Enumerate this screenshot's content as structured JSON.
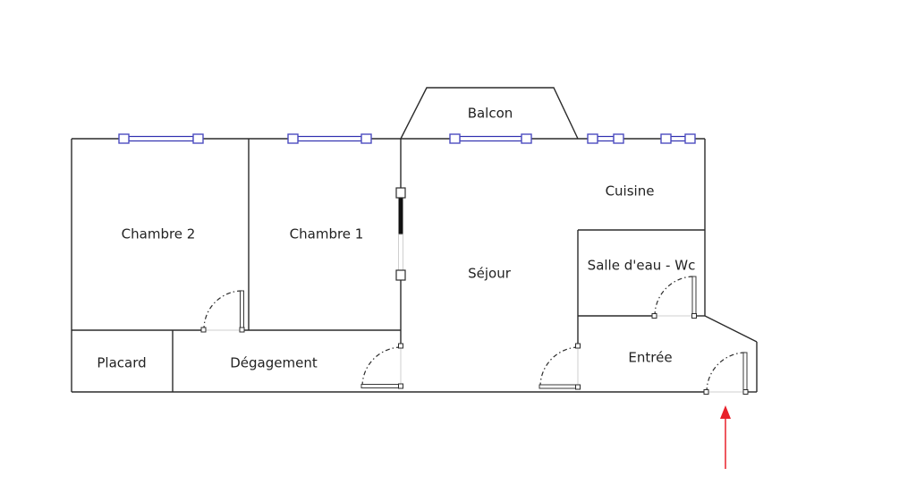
{
  "plan": {
    "rooms": [
      {
        "id": "chambre-2",
        "label": "Chambre 2"
      },
      {
        "id": "chambre-1",
        "label": "Chambre 1"
      },
      {
        "id": "balcon",
        "label": "Balcon"
      },
      {
        "id": "sejour",
        "label": "Séjour"
      },
      {
        "id": "cuisine",
        "label": "Cuisine"
      },
      {
        "id": "salle-eau-wc",
        "label": "Salle d'eau - Wc"
      },
      {
        "id": "entree",
        "label": "Entrée"
      },
      {
        "id": "placard",
        "label": "Placard"
      },
      {
        "id": "degagement",
        "label": "Dégagement"
      }
    ],
    "entrance_marker": "entrance-arrow",
    "colors": {
      "wall": "#2b2b2b",
      "window": "#4c4cc0",
      "arrow": "#e8202a"
    }
  }
}
